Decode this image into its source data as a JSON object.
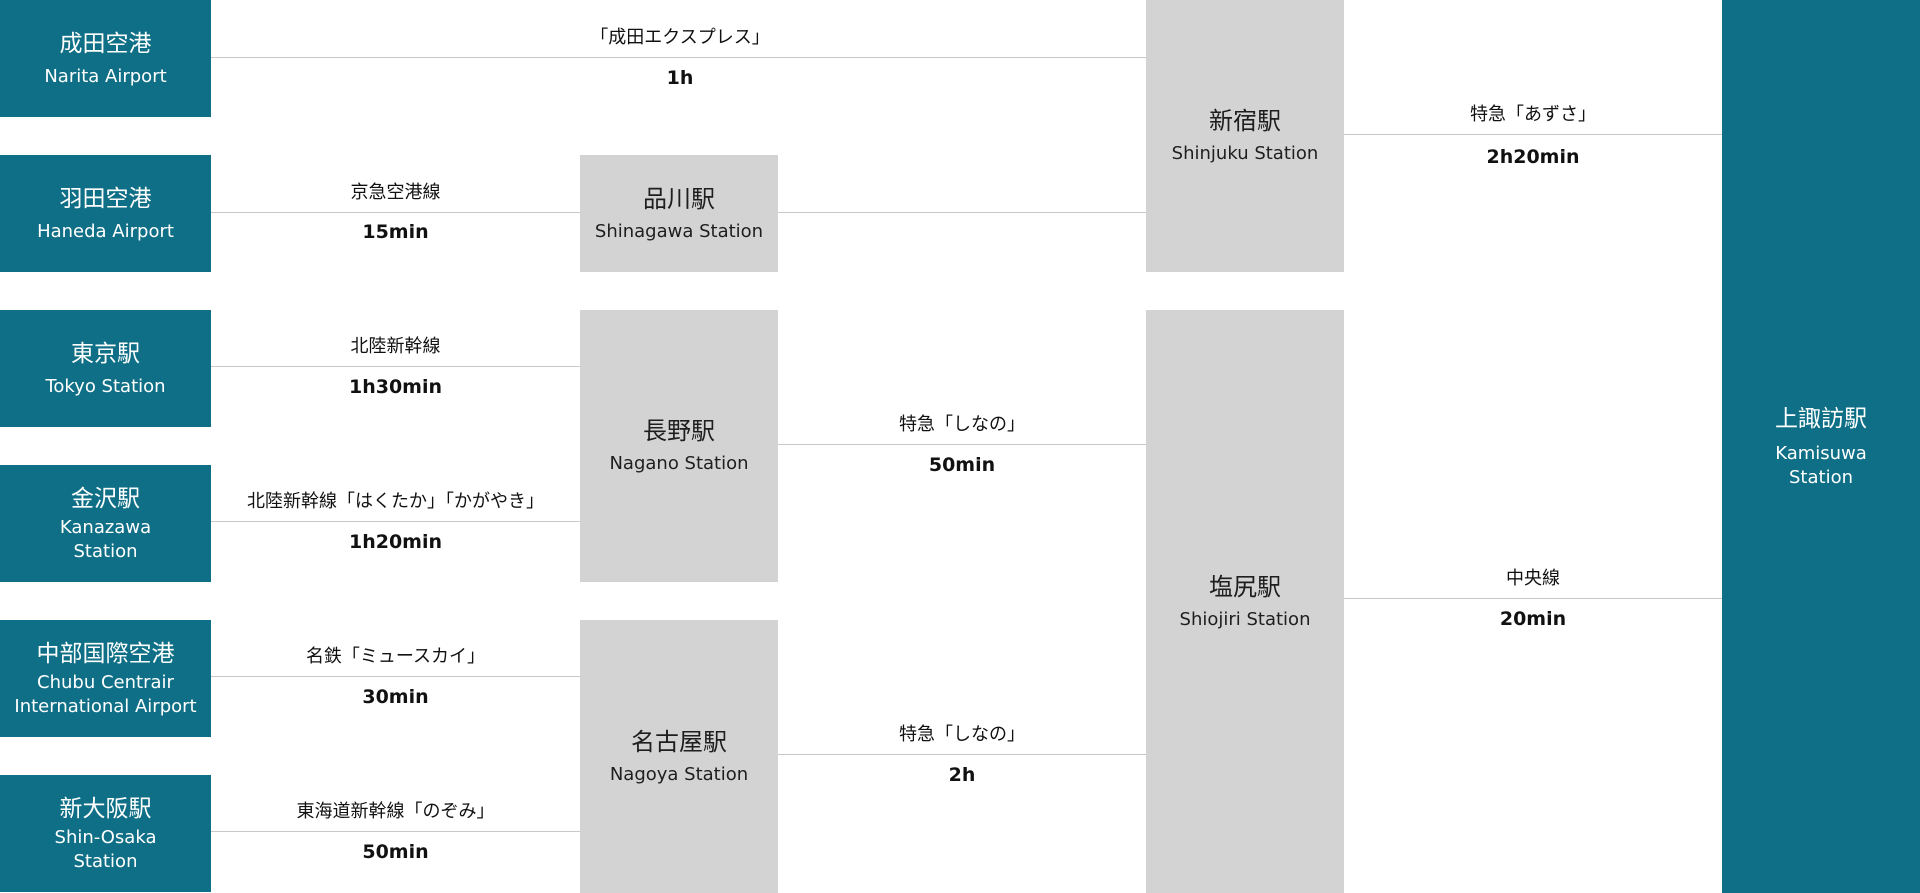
{
  "origins": [
    {
      "jp": "成田空港",
      "en": "Narita Airport"
    },
    {
      "jp": "羽田空港",
      "en": "Haneda Airport"
    },
    {
      "jp": "東京駅",
      "en": "Tokyo Station"
    },
    {
      "jp": "金沢駅",
      "en": "Kanazawa\nStation"
    },
    {
      "jp": "中部国際空港",
      "en": "Chubu Centrair\nInternational Airport"
    },
    {
      "jp": "新大阪駅",
      "en": "Shin-Osaka\nStation"
    }
  ],
  "hubs": {
    "shinagawa": {
      "jp": "品川駅",
      "en": "Shinagawa Station"
    },
    "nagano": {
      "jp": "長野駅",
      "en": "Nagano Station"
    },
    "nagoya": {
      "jp": "名古屋駅",
      "en": "Nagoya Station"
    },
    "shinjuku": {
      "jp": "新宿駅",
      "en": "Shinjuku Station"
    },
    "shiojiri": {
      "jp": "塩尻駅",
      "en": "Shiojiri Station"
    }
  },
  "destination": {
    "jp": "上諏訪駅",
    "en": "Kamisuwa\nStation"
  },
  "routes": {
    "narita_shinjuku": {
      "line": "「成田エクスプレス」",
      "time": "1h"
    },
    "haneda_shinagawa": {
      "line": "京急空港線",
      "time": "15min"
    },
    "tokyo_nagano": {
      "line": "北陸新幹線",
      "time": "1h30min"
    },
    "kanazawa_nagano": {
      "line": "北陸新幹線「はくたか」「かがやき」",
      "time": "1h20min"
    },
    "chubu_nagoya": {
      "line": "名鉄「ミュースカイ」",
      "time": "30min"
    },
    "shinosaka_nagoya": {
      "line": "東海道新幹線「のぞみ」",
      "time": "50min"
    },
    "nagano_shiojiri": {
      "line": "特急「しなの」",
      "time": "50min"
    },
    "nagoya_shiojiri": {
      "line": "特急「しなの」",
      "time": "2h"
    },
    "shinjuku_kamisuwa": {
      "line": "特急「あずさ」",
      "time": "2h20min"
    },
    "shiojiri_kamisuwa": {
      "line": "中央線",
      "time": "20min"
    }
  },
  "colors": {
    "origin_box": "#0e6f86",
    "hub_box": "#d3d3d3",
    "connector": "#c8c8c8"
  }
}
